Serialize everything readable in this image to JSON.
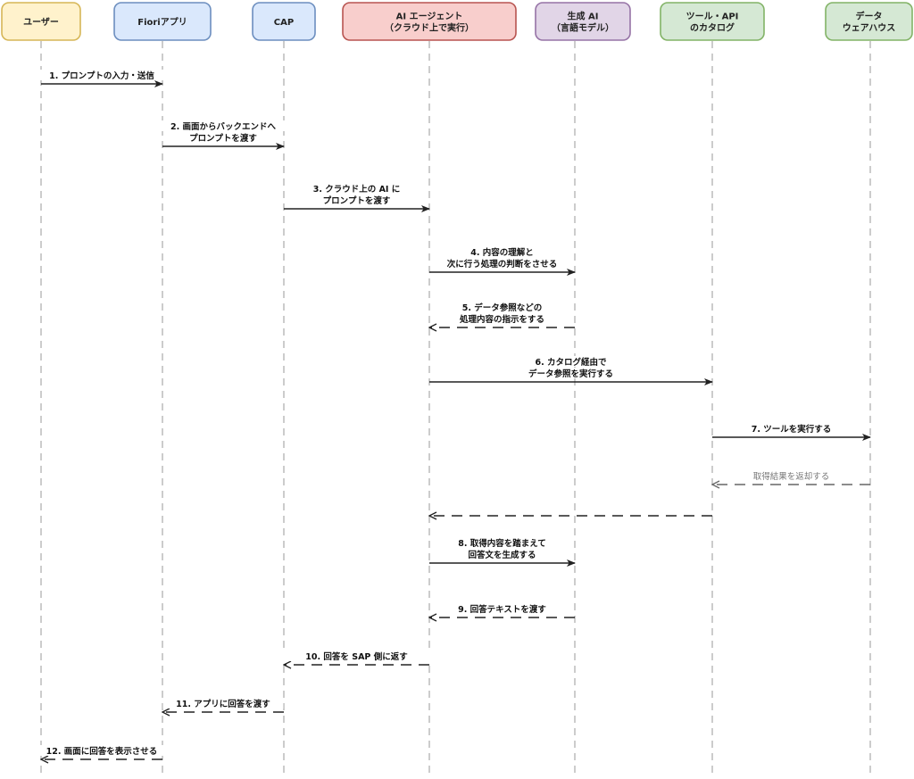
{
  "participants": [
    {
      "id": "user",
      "lines": [
        "ユーザー"
      ],
      "fill": "#fff2cc",
      "stroke": "#d6b656"
    },
    {
      "id": "fiori",
      "lines": [
        "Fioriアプリ"
      ],
      "fill": "#dae8fc",
      "stroke": "#6c8ebf"
    },
    {
      "id": "cap",
      "lines": [
        "CAP"
      ],
      "fill": "#dae8fc",
      "stroke": "#6c8ebf"
    },
    {
      "id": "agent",
      "lines": [
        "AI エージェント",
        "（クラウド上で実行）"
      ],
      "fill": "#f8cecc",
      "stroke": "#b85450"
    },
    {
      "id": "genai",
      "lines": [
        "生成 AI",
        "（言語モデル）"
      ],
      "fill": "#e1d5e7",
      "stroke": "#9673a6"
    },
    {
      "id": "tools",
      "lines": [
        "ツール・API",
        "のカタログ"
      ],
      "fill": "#d5e8d4",
      "stroke": "#82b366"
    },
    {
      "id": "dw",
      "lines": [
        "データ",
        "ウェアハウス"
      ],
      "fill": "#d5e8d4",
      "stroke": "#82b366"
    }
  ],
  "messages": [
    {
      "from": "user",
      "to": "fiori",
      "style": "solid",
      "lines": [
        "1. プロンプトの入力・送信"
      ]
    },
    {
      "from": "fiori",
      "to": "cap",
      "style": "solid",
      "lines": [
        "2. 画面からバックエンドへ",
        "プロンプトを渡す"
      ]
    },
    {
      "from": "cap",
      "to": "agent",
      "style": "solid",
      "lines": [
        "3. クラウド上の AI に",
        "プロンプトを渡す"
      ]
    },
    {
      "from": "agent",
      "to": "genai",
      "style": "solid",
      "lines": [
        "4. 内容の理解と",
        "次に行う処理の判断をさせる"
      ]
    },
    {
      "from": "genai",
      "to": "agent",
      "style": "dashed",
      "lines": [
        "5. データ参照などの",
        "処理内容の指示をする"
      ]
    },
    {
      "from": "agent",
      "to": "tools",
      "style": "solid",
      "lines": [
        "6. カタログ経由で",
        "データ参照を実行する"
      ]
    },
    {
      "from": "tools",
      "to": "dw",
      "style": "solid",
      "lines": [
        "7. ツールを実行する"
      ]
    },
    {
      "from": "dw",
      "to": "tools",
      "style": "dashed",
      "muted": true,
      "lines": [
        "取得結果を返却する"
      ]
    },
    {
      "from": "tools",
      "to": "agent",
      "style": "dashed",
      "lines": []
    },
    {
      "from": "agent",
      "to": "genai",
      "style": "solid",
      "lines": [
        "8. 取得内容を踏まえて",
        "回答文を生成する"
      ]
    },
    {
      "from": "genai",
      "to": "agent",
      "style": "dashed",
      "lines": [
        "9. 回答テキストを渡す"
      ]
    },
    {
      "from": "agent",
      "to": "cap",
      "style": "dashed",
      "lines": [
        "10. 回答を SAP 側に返す"
      ]
    },
    {
      "from": "cap",
      "to": "fiori",
      "style": "dashed",
      "lines": [
        "11. アプリに回答を渡す"
      ]
    },
    {
      "from": "fiori",
      "to": "user",
      "style": "dashed",
      "lines": [
        "12. 画面に回答を表示させる"
      ]
    }
  ]
}
